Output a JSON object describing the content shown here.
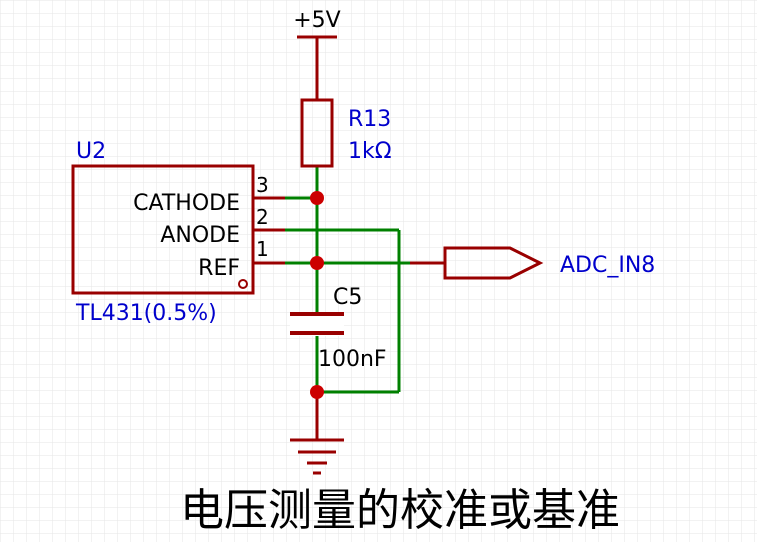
{
  "power": {
    "label": "+5V"
  },
  "resistor": {
    "ref": "R13",
    "value": "1kΩ"
  },
  "ic": {
    "ref": "U2",
    "part": "TL431(0.5%)",
    "pins": [
      {
        "name": "CATHODE",
        "number": "3"
      },
      {
        "name": "ANODE",
        "number": "2"
      },
      {
        "name": "REF",
        "number": "1"
      }
    ]
  },
  "capacitor": {
    "ref": "C5",
    "value": "100nF"
  },
  "net_label": {
    "text": "ADC_IN8"
  },
  "caption": "电压测量的校准或基准",
  "colors": {
    "wire": "#008000",
    "component": "#990000",
    "junction": "#cc0000",
    "label_blue": "#0000cc",
    "text": "#000000",
    "grid": "#e6e6e6"
  }
}
